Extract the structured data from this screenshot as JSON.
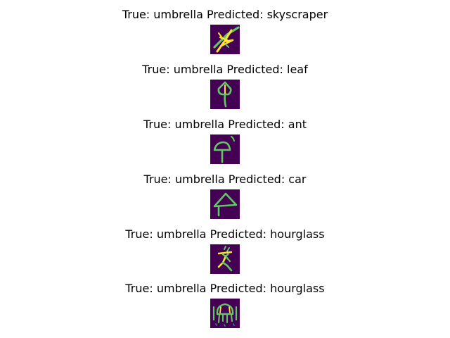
{
  "figure": {
    "background_color": "#ffffff",
    "image_background_color": "#440154",
    "stroke_colors": [
      "#fde725",
      "#5ec962",
      "#21918c"
    ]
  },
  "panels": [
    {
      "title": "True: umbrella Predicted: skyscraper",
      "true_label": "umbrella",
      "predicted_label": "skyscraper"
    },
    {
      "title": "True: umbrella Predicted: leaf",
      "true_label": "umbrella",
      "predicted_label": "leaf"
    },
    {
      "title": "True: umbrella Predicted: ant",
      "true_label": "umbrella",
      "predicted_label": "ant"
    },
    {
      "title": "True: umbrella Predicted: car",
      "true_label": "umbrella",
      "predicted_label": "car"
    },
    {
      "title": "True: umbrella Predicted: hourglass",
      "true_label": "umbrella",
      "predicted_label": "hourglass"
    },
    {
      "title": "True: umbrella Predicted: hourglass",
      "true_label": "umbrella",
      "predicted_label": "hourglass"
    }
  ]
}
